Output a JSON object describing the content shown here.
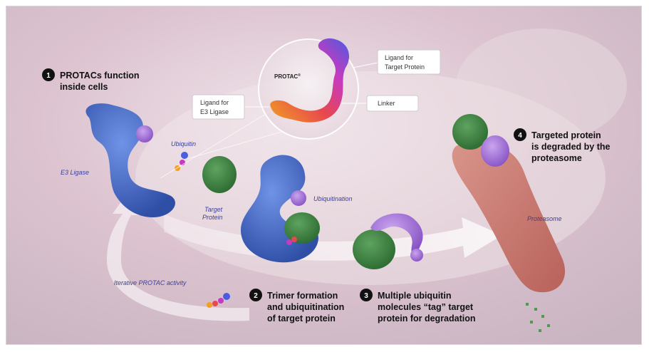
{
  "title": {
    "brand": "PROTAC",
    "brand_mark": "®"
  },
  "callouts": {
    "ligand_target": [
      "Ligand for",
      "Target Protein"
    ],
    "ligand_e3": [
      "Ligand for",
      "E3 Ligase"
    ],
    "linker": "Linker"
  },
  "labels": {
    "e3_ligase": "E3 Ligase",
    "ubiquitin": "Ubiquitin",
    "target_protein": [
      "Target",
      "Protein"
    ],
    "ubiquitination": "Ubiquitination",
    "proteasome": "Proteasome",
    "iterative": "Iterative PROTAC activity"
  },
  "steps": [
    {
      "number": "1",
      "lines": [
        "PROTACs function",
        "inside cells"
      ]
    },
    {
      "number": "2",
      "lines": [
        "Trimer formation",
        "and ubiquitination",
        "of target protein"
      ]
    },
    {
      "number": "3",
      "lines": [
        "Multiple ubiquitin",
        "molecules “tag” target",
        "protein for degradation"
      ]
    },
    {
      "number": "4",
      "lines": [
        "Targeted protein",
        "is degraded by the",
        "proteasome"
      ]
    }
  ],
  "colors": {
    "e3_blue": "#3d63c4",
    "target_green": "#3f7f42",
    "ubiquitin_purple": "#9b6ad1",
    "proteasome_red": "#c97a70",
    "label_navy": "#3a3f9a"
  }
}
